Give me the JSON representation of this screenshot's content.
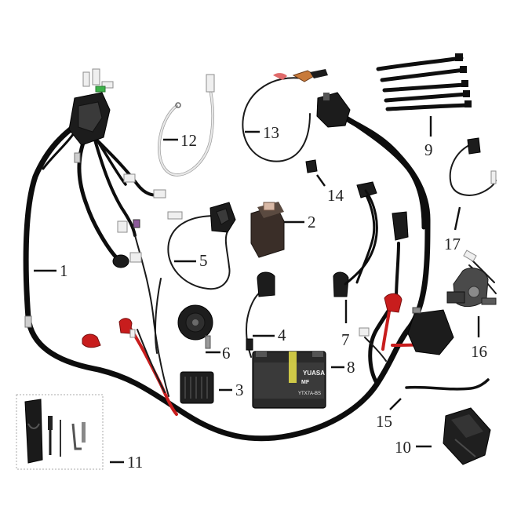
{
  "callouts": [
    {
      "id": "1",
      "label": "1"
    },
    {
      "id": "2",
      "label": "2"
    },
    {
      "id": "3",
      "label": "3"
    },
    {
      "id": "4",
      "label": "4"
    },
    {
      "id": "5",
      "label": "5"
    },
    {
      "id": "6",
      "label": "6"
    },
    {
      "id": "7",
      "label": "7"
    },
    {
      "id": "8",
      "label": "8"
    },
    {
      "id": "9",
      "label": "9"
    },
    {
      "id": "10",
      "label": "10"
    },
    {
      "id": "11",
      "label": "11"
    },
    {
      "id": "12",
      "label": "12"
    },
    {
      "id": "13",
      "label": "13"
    },
    {
      "id": "14",
      "label": "14"
    },
    {
      "id": "15",
      "label": "15"
    },
    {
      "id": "16",
      "label": "16"
    },
    {
      "id": "17",
      "label": "17"
    }
  ],
  "battery": {
    "brand": "YUASA",
    "sub_brand": "MF",
    "model": "YTX7A-BS"
  },
  "colors": {
    "harness": "#0d0d0d",
    "red_boot": "#c81d1d",
    "white_connector": "#efefef",
    "battery_band": "#e9e24a"
  }
}
